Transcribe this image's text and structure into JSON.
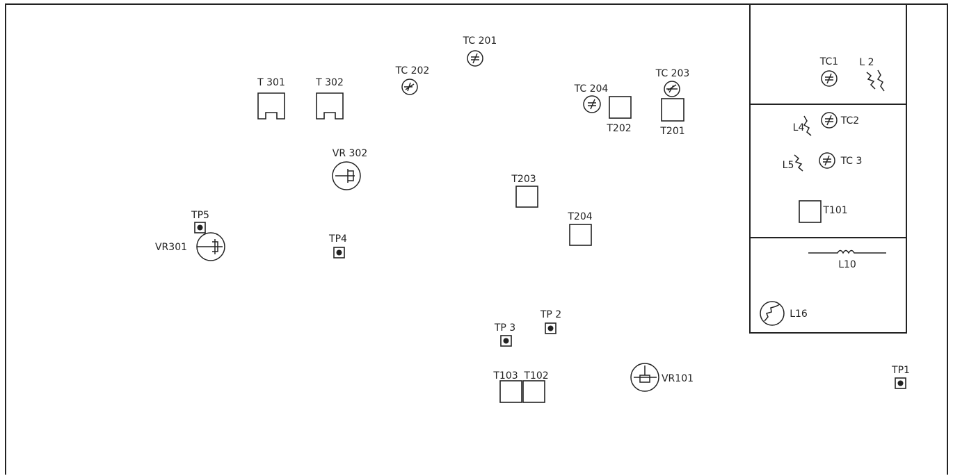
{
  "components": {
    "T301": "T 301",
    "T302": "T 302",
    "TC202": "TC 202",
    "TC201": "TC 201",
    "TC204": "TC 204",
    "TC203": "TC 203",
    "T202": "T202",
    "T201": "T201",
    "VR302": "VR 302",
    "T203": "T203",
    "T204": "T204",
    "TP5": "TP5",
    "VR301": "VR301",
    "TP4": "TP4",
    "TP3": "TP 3",
    "TP2": "TP 2",
    "T103": "T103",
    "T102": "T102",
    "VR101": "VR101",
    "TP1": "TP1",
    "TC1": "TC1",
    "L2": "L 2",
    "L4": "L4",
    "TC2": "TC2",
    "L5": "L5",
    "TC3": "TC 3",
    "T101": "T101",
    "L10": "L10",
    "L16": "L16"
  }
}
